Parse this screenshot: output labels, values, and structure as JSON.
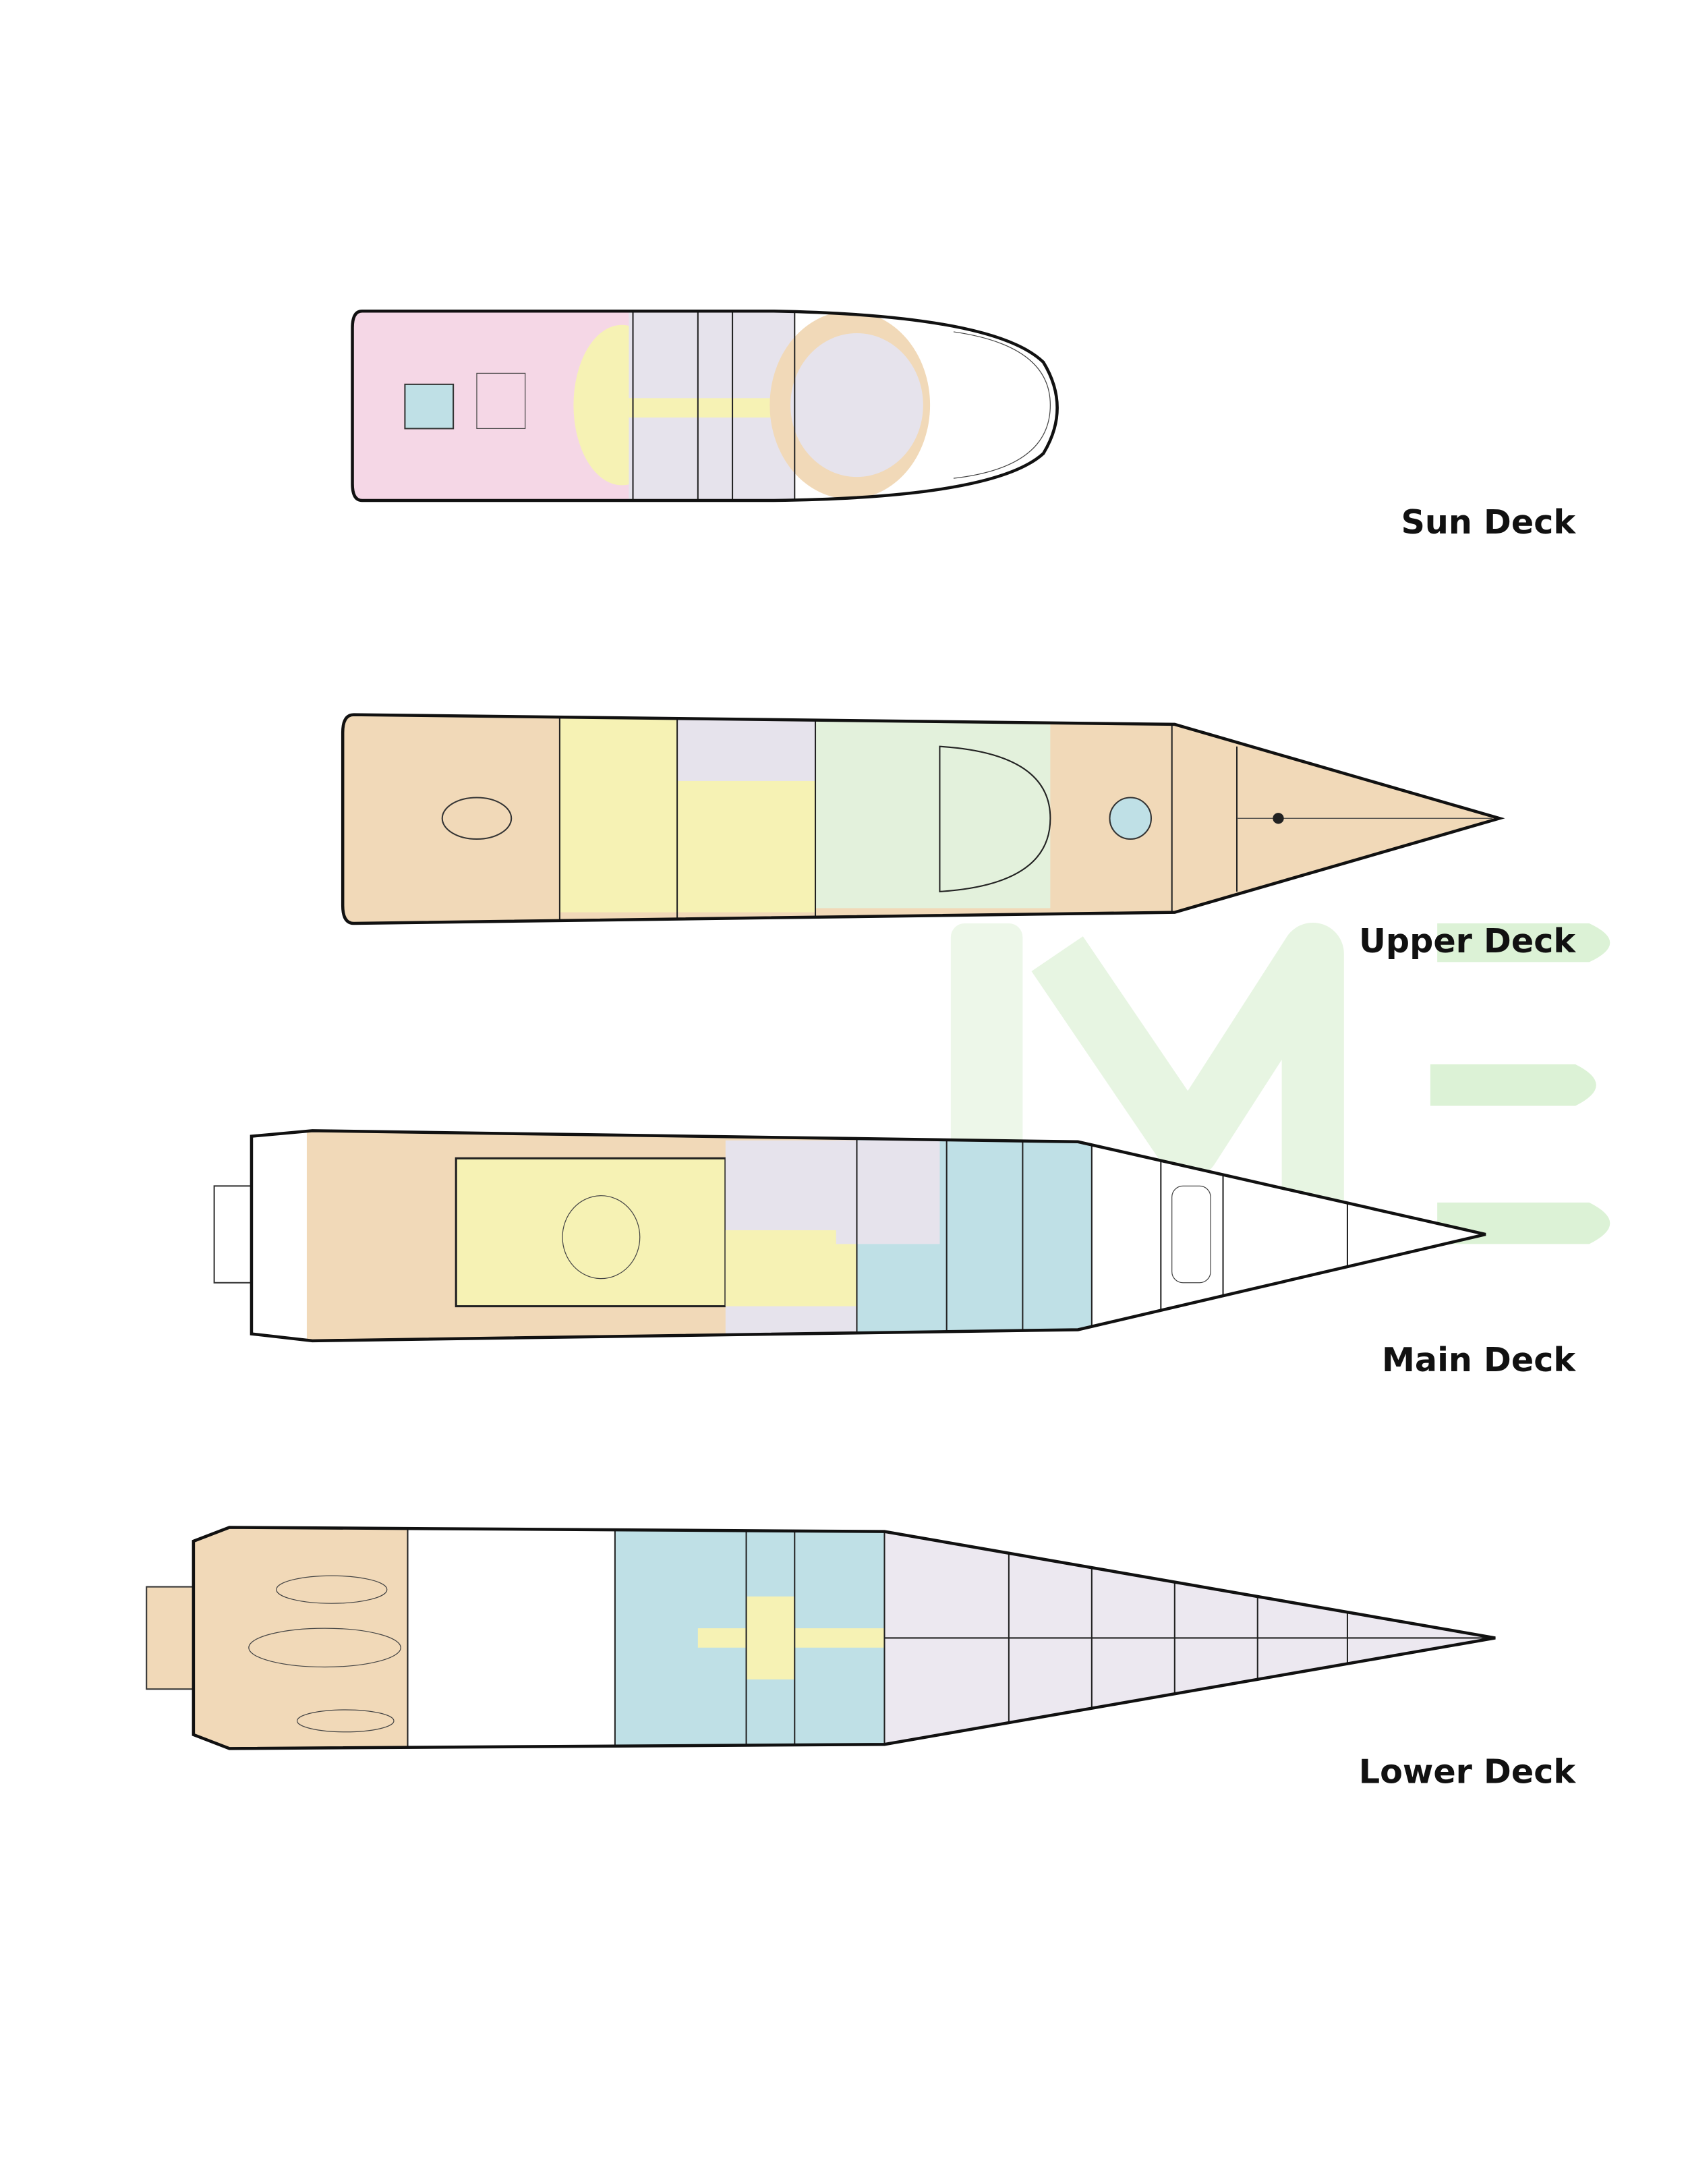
{
  "decks": [
    {
      "label": "Sun Deck"
    },
    {
      "label": "Upper Deck"
    },
    {
      "label": "Main Deck"
    },
    {
      "label": "Lower Deck"
    }
  ],
  "watermark": {
    "text": "IME",
    "color": "#d6f0cf"
  },
  "colors": {
    "pink": "#f5d7e6",
    "yellow": "#f6f2b4",
    "tan": "#f1d9b8",
    "green": "#e3f1dc",
    "blue": "#bfe0e6",
    "gray": "#e6e3ec",
    "white": "#ffffff"
  }
}
